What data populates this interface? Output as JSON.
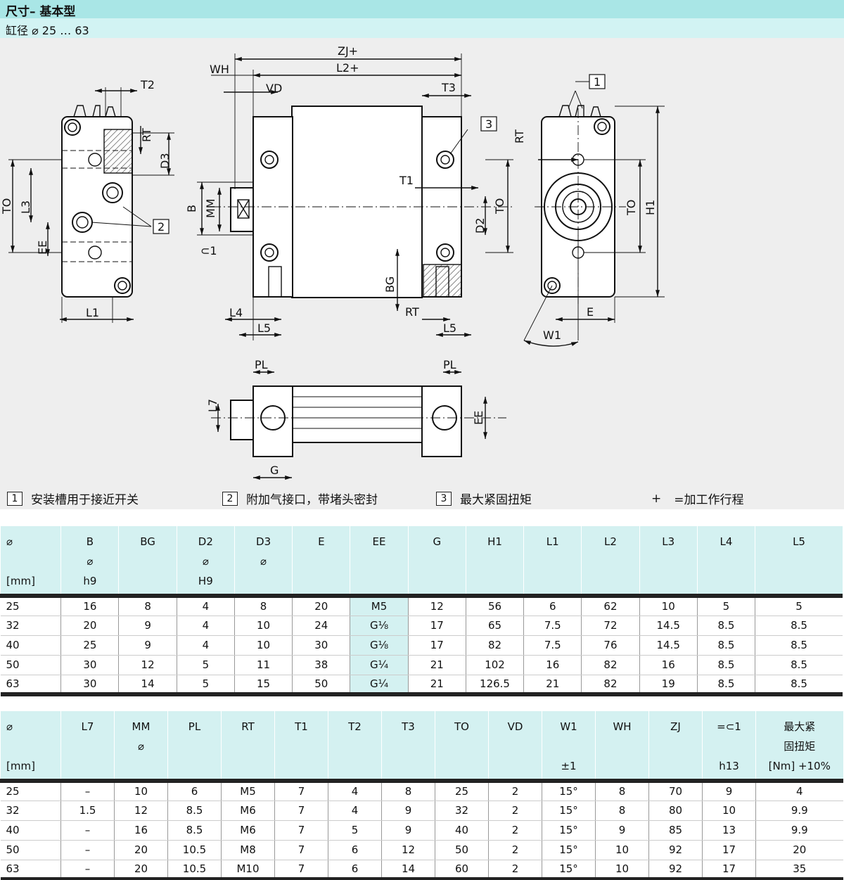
{
  "header": {
    "title": "尺寸– 基本型",
    "subtitle": "缸径 ⌀ 25 … 63"
  },
  "drawing_labels": {
    "zj": "ZJ+",
    "l2": "L2+",
    "wh": "WH",
    "vd": "VD",
    "t3": "T3",
    "t2": "T2",
    "rt": "RT",
    "d3": "D3",
    "to": "TO",
    "l3": "L3",
    "ee": "EE",
    "l1": "L1",
    "b": "B",
    "mm": "MM",
    "wrench": "⊂1",
    "l4": "L4",
    "l5": "L5",
    "bg": "BG",
    "t1": "T1",
    "d2": "D2",
    "h1": "H1",
    "e": "E",
    "w1": "W1",
    "pl": "PL",
    "l7": "L7",
    "g": "G",
    "n1": "1",
    "n2": "2",
    "n3": "3"
  },
  "legend": {
    "item1_num": "1",
    "item1": "安装槽用于接近开关",
    "item2_num": "2",
    "item2": "附加气接口，带堵头密封",
    "item3_num": "3",
    "item3": "最大紧固扭矩",
    "plus_symbol": "+",
    "plus_text": "=加工作行程"
  },
  "table1": {
    "headers": [
      [
        "⌀",
        "",
        "[mm]"
      ],
      [
        "B",
        "⌀",
        "h9"
      ],
      [
        "BG",
        "",
        ""
      ],
      [
        "D2",
        "⌀",
        "H9"
      ],
      [
        "D3",
        "⌀",
        ""
      ],
      [
        "E",
        "",
        ""
      ],
      [
        "EE",
        "",
        ""
      ],
      [
        "G",
        "",
        ""
      ],
      [
        "H1",
        "",
        ""
      ],
      [
        "L1",
        "",
        ""
      ],
      [
        "L2",
        "",
        ""
      ],
      [
        "L3",
        "",
        ""
      ],
      [
        "L4",
        "",
        ""
      ],
      [
        "L5",
        "",
        ""
      ]
    ],
    "rows": [
      [
        "25",
        "16",
        "8",
        "4",
        "8",
        "20",
        "M5",
        "12",
        "56",
        "6",
        "62",
        "10",
        "5",
        "5"
      ],
      [
        "32",
        "20",
        "9",
        "4",
        "10",
        "24",
        "G⅛",
        "17",
        "65",
        "7.5",
        "72",
        "14.5",
        "8.5",
        "8.5"
      ],
      [
        "40",
        "25",
        "9",
        "4",
        "10",
        "30",
        "G⅛",
        "17",
        "82",
        "7.5",
        "76",
        "14.5",
        "8.5",
        "8.5"
      ],
      [
        "50",
        "30",
        "12",
        "5",
        "11",
        "38",
        "G¼",
        "21",
        "102",
        "16",
        "82",
        "16",
        "8.5",
        "8.5"
      ],
      [
        "63",
        "30",
        "14",
        "5",
        "15",
        "50",
        "G¼",
        "21",
        "126.5",
        "21",
        "82",
        "19",
        "8.5",
        "8.5"
      ]
    ]
  },
  "table2": {
    "headers": [
      [
        "⌀",
        "",
        "[mm]"
      ],
      [
        "L7",
        "",
        ""
      ],
      [
        "MM",
        "⌀",
        ""
      ],
      [
        "PL",
        "",
        ""
      ],
      [
        "RT",
        "",
        ""
      ],
      [
        "T1",
        "",
        ""
      ],
      [
        "T2",
        "",
        ""
      ],
      [
        "T3",
        "",
        ""
      ],
      [
        "TO",
        "",
        ""
      ],
      [
        "VD",
        "",
        ""
      ],
      [
        "W1",
        "",
        "±1"
      ],
      [
        "WH",
        "",
        ""
      ],
      [
        "ZJ",
        "",
        ""
      ],
      [
        "=⊂1",
        "",
        "h13"
      ],
      [
        "最大紧",
        "固扭矩",
        "[Nm] +10%"
      ]
    ],
    "rows": [
      [
        "25",
        "–",
        "10",
        "6",
        "M5",
        "7",
        "4",
        "8",
        "25",
        "2",
        "15°",
        "8",
        "70",
        "9",
        "4"
      ],
      [
        "32",
        "1.5",
        "12",
        "8.5",
        "M6",
        "7",
        "4",
        "9",
        "32",
        "2",
        "15°",
        "8",
        "80",
        "10",
        "9.9"
      ],
      [
        "40",
        "–",
        "16",
        "8.5",
        "M6",
        "7",
        "5",
        "9",
        "40",
        "2",
        "15°",
        "9",
        "85",
        "13",
        "9.9"
      ],
      [
        "50",
        "–",
        "20",
        "10.5",
        "M8",
        "7",
        "6",
        "12",
        "50",
        "2",
        "15°",
        "10",
        "92",
        "17",
        "20"
      ],
      [
        "63",
        "–",
        "20",
        "10.5",
        "M10",
        "7",
        "6",
        "14",
        "60",
        "2",
        "15°",
        "10",
        "92",
        "17",
        "35"
      ]
    ]
  }
}
